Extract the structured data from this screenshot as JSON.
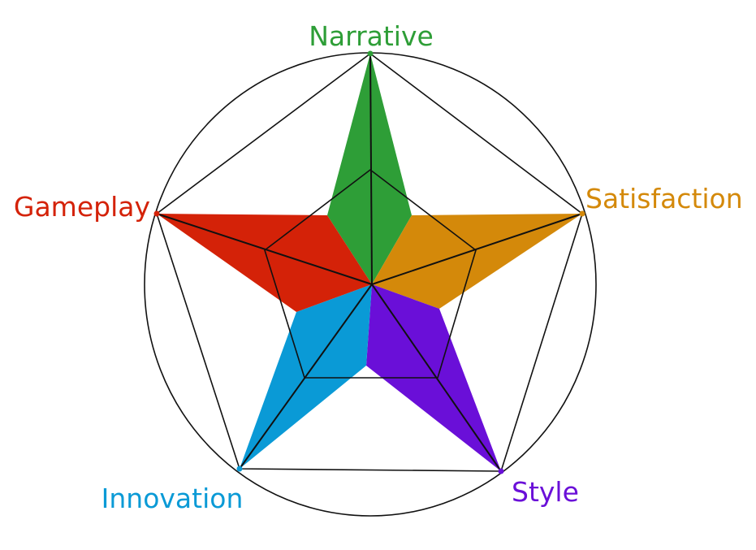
{
  "axes": [
    {
      "id": "narrative",
      "label": "Narrative",
      "color": "#2e9e37"
    },
    {
      "id": "satisfaction",
      "label": "Satisfaction",
      "color": "#d4890a"
    },
    {
      "id": "style",
      "label": "Style",
      "color": "#6a0fd8"
    },
    {
      "id": "innovation",
      "label": "Innovation",
      "color": "#0a9ad6"
    },
    {
      "id": "gameplay",
      "label": "Gameplay",
      "color": "#d42208"
    }
  ]
}
